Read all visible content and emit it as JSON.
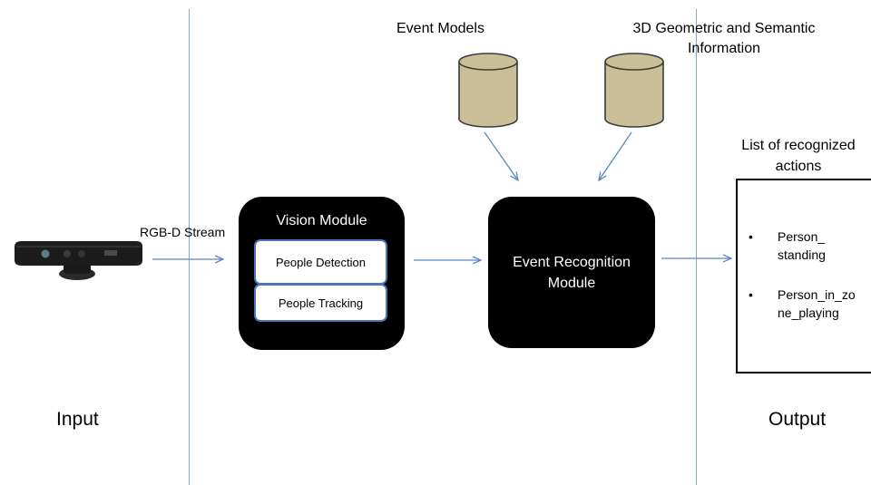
{
  "sections": {
    "input": "Input",
    "output": "Output"
  },
  "databases": {
    "event_models": "Event Models",
    "geo_sem_line1": "3D Geometric and Semantic",
    "geo_sem_line2": "Information"
  },
  "stream": {
    "label": "RGB-D Stream"
  },
  "vision_module": {
    "title": "Vision Module",
    "detection": "People Detection",
    "tracking": "People Tracking"
  },
  "event_module": {
    "line1": "Event Recognition",
    "line2": "Module"
  },
  "actions": {
    "title_line1": "List of recognized",
    "title_line2": "actions",
    "items": [
      {
        "bullet": "•",
        "line1": "Person_",
        "line2": "standing"
      },
      {
        "bullet": "•",
        "line1": "Person_in_zo",
        "line2": "ne_playing"
      }
    ]
  },
  "colors": {
    "divider": "#8aa6cc",
    "arrow": "#5b86c5",
    "cylinder_fill": "#c9c09a",
    "subbox_border": "#4f75b8"
  }
}
